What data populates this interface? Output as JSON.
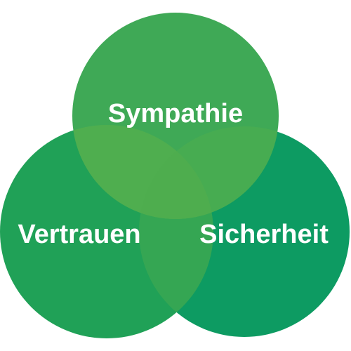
{
  "diagram": {
    "circles": [
      {
        "id": "sympathie",
        "label": "Sympathie",
        "color": "#3fa956"
      },
      {
        "id": "vertrauen",
        "label": "Vertrauen",
        "color": "#20a157"
      },
      {
        "id": "sicherheit",
        "label": "Sicherheit",
        "color": "#0d9b62"
      }
    ],
    "overlap_color": "#4fae4f"
  }
}
